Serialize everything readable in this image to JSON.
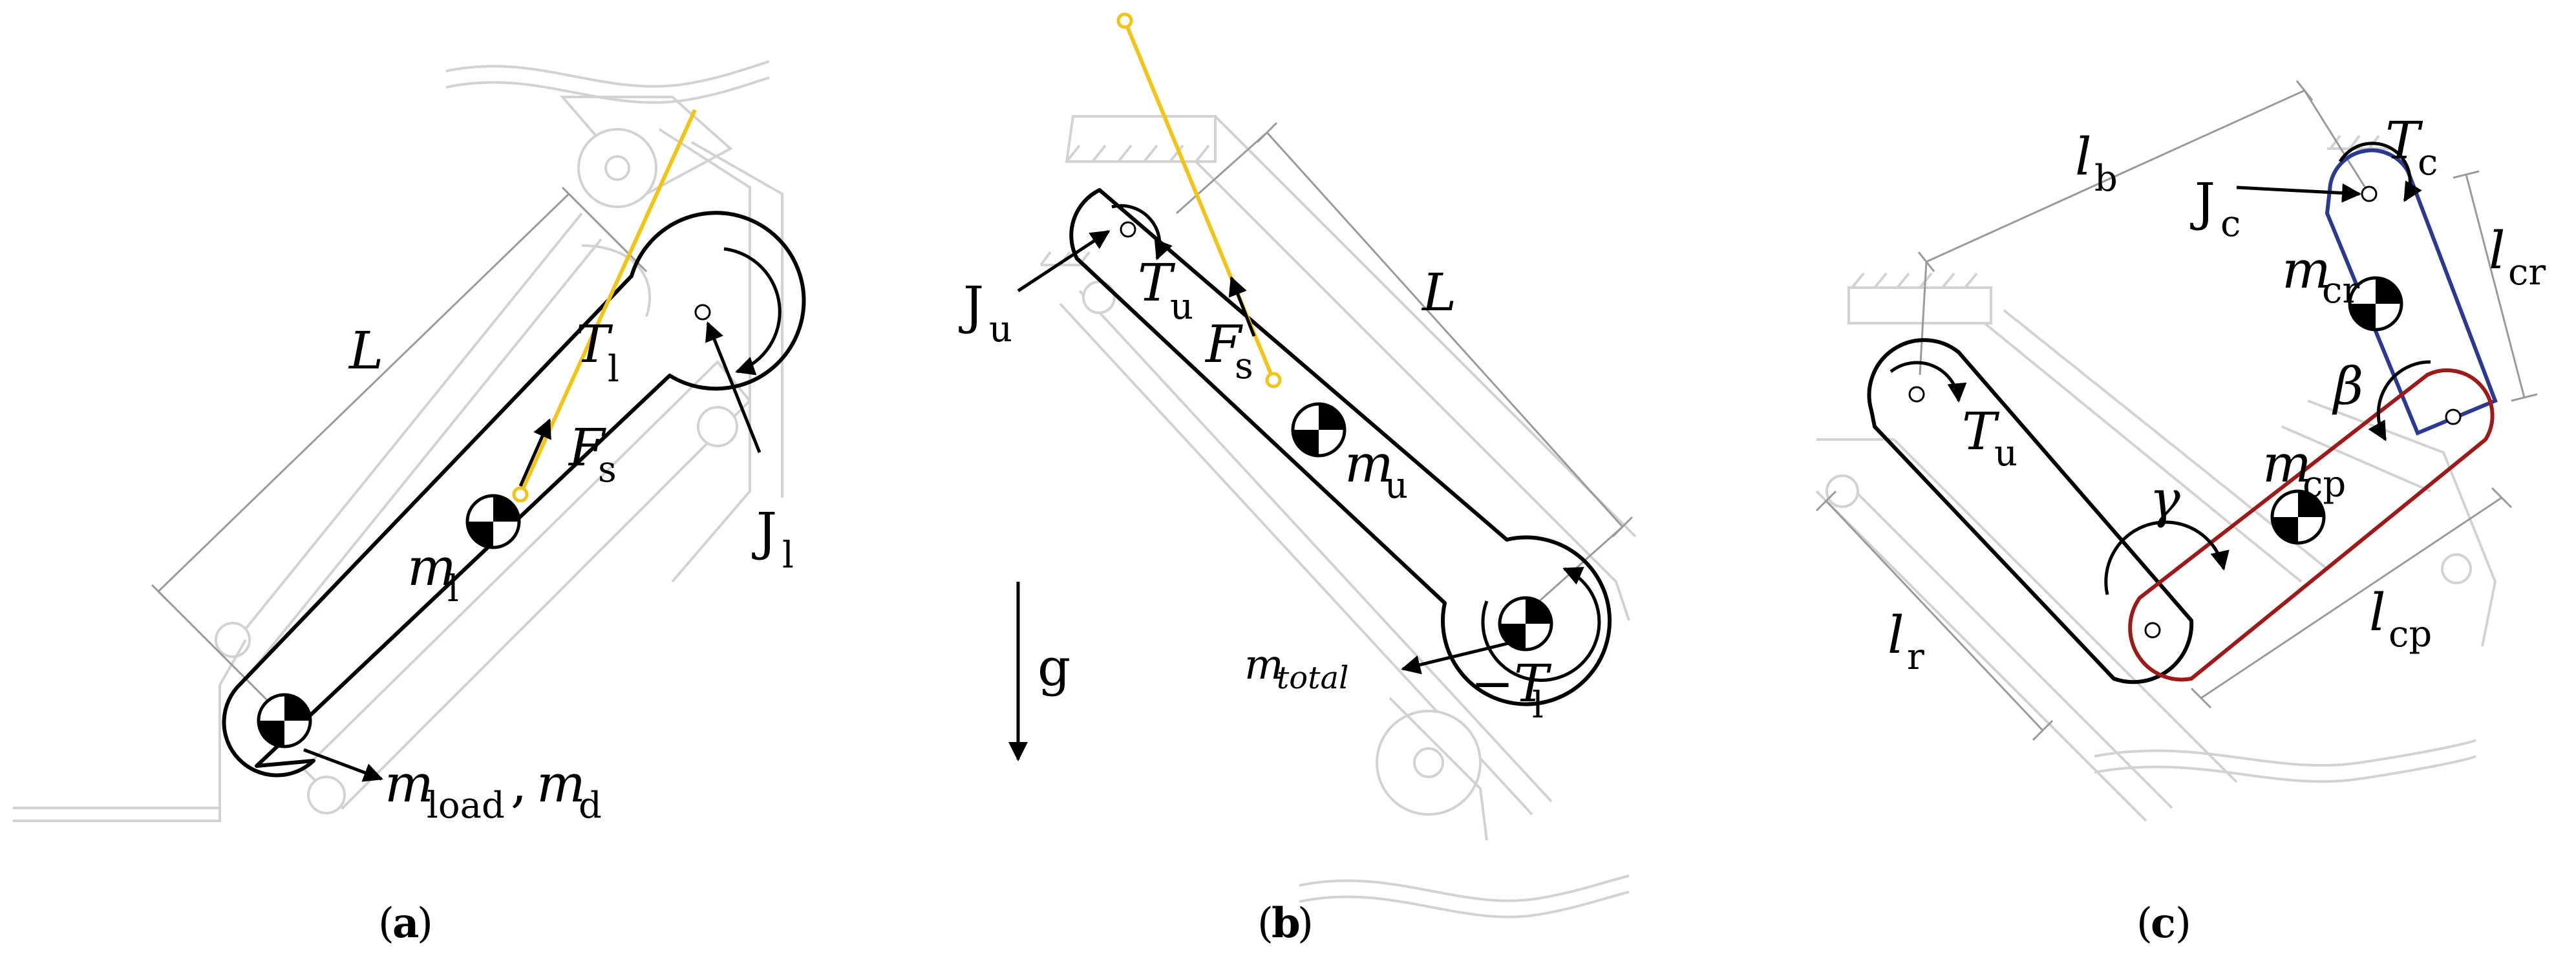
{
  "panels": [
    {
      "id": "a",
      "caption": "a",
      "labels": {
        "L": "L",
        "T": "T",
        "T_sub": "l",
        "F": "F",
        "F_sub": "s",
        "J": "J",
        "J_sub": "l",
        "m": "m",
        "m_sub": "l",
        "mload": "m",
        "mload_sub": "load",
        "comma": ",",
        "md": "m",
        "md_sub": "d"
      }
    },
    {
      "id": "b",
      "caption": "b",
      "labels": {
        "L": "L",
        "T": "T",
        "T_sub": "u",
        "F": "F",
        "F_sub": "s",
        "J": "J",
        "J_sub": "u",
        "m": "m",
        "m_sub": "u",
        "mtotal": "m",
        "mtotal_sub": "total",
        "negT": "−T",
        "negT_sub": "l",
        "g": "g"
      }
    },
    {
      "id": "c",
      "caption": "c",
      "labels": {
        "lb": "l",
        "lb_sub": "b",
        "Tc": "T",
        "Tc_sub": "c",
        "Jc": "J",
        "Jc_sub": "c",
        "lcr": "l",
        "lcr_sub": "cr",
        "mcr": "m",
        "mcr_sub": "cr",
        "beta": "β",
        "Tu": "T",
        "Tu_sub": "u",
        "gamma": "γ",
        "mcp": "m",
        "mcp_sub": "cp",
        "lr": "l",
        "lr_sub": "r",
        "lcp": "l",
        "lcp_sub": "cp"
      }
    }
  ],
  "colors": {
    "link": "#000000",
    "spring": "#f0c419",
    "coupler_rod": "#2b3a8f",
    "coupler_plate": "#9b1b1b",
    "ghost": "#d2d2d2",
    "dimension": "#9a9a9a"
  }
}
